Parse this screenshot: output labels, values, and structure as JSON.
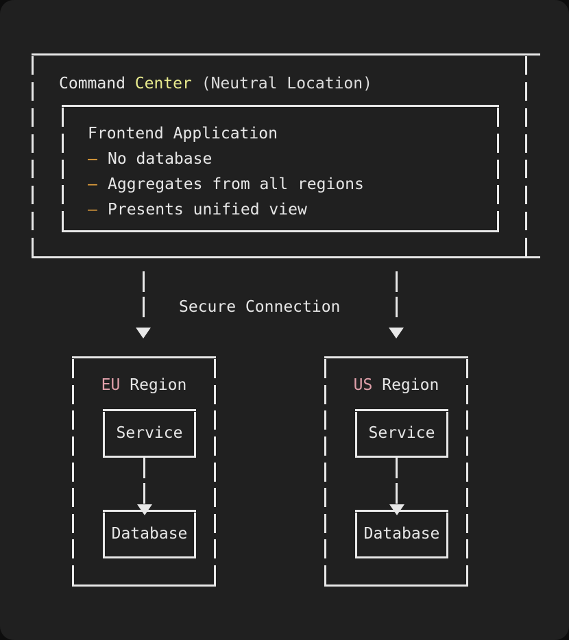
{
  "theme": {
    "page_background": "#0d0d0d",
    "panel_background": "#202020",
    "line_color": "#e8e8e8",
    "text_color": "#e6e6e6",
    "accent_yellow": "#e8eb8e",
    "accent_orange": "#e8a33d",
    "accent_pink": "#e0a0aa"
  },
  "command_center": {
    "title_prefix": "Command ",
    "title_accent": "Center",
    "title_suffix": " (Neutral Location)",
    "frontend": {
      "heading": "Frontend Application",
      "bullet_glyph": "—",
      "bullets": [
        "No database",
        "Aggregates from all regions",
        "Presents unified view"
      ]
    }
  },
  "connection": {
    "label": "Secure Connection",
    "arrow_glyph": "▼"
  },
  "regions": [
    {
      "code": "EU",
      "suffix": " Region",
      "service_label": "Service",
      "database_label": "Database"
    },
    {
      "code": "US",
      "suffix": " Region",
      "service_label": "Service",
      "database_label": "Database"
    }
  ]
}
